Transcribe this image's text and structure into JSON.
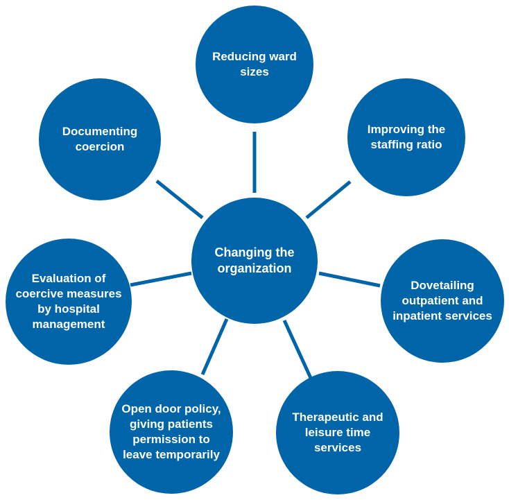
{
  "colors": {
    "node": "#0064a8",
    "connector": "#0064a8",
    "background": "#ffffff"
  },
  "center": {
    "label": "Changing the\norganization"
  },
  "nodes": [
    {
      "label": "Reducing ward\nsizes"
    },
    {
      "label": "Improving the\nstaffing ratio"
    },
    {
      "label": "Dovetailing\noutpatient and\ninpatient services"
    },
    {
      "label": "Therapeutic and\nleisure time\nservices"
    },
    {
      "label": "Open door policy,\ngiving patients\npermission to\nleave temporarily"
    },
    {
      "label": "Evaluation of\ncoercive measures\nby hospital\nmanagement"
    },
    {
      "label": "Documenting\ncoercion"
    }
  ]
}
